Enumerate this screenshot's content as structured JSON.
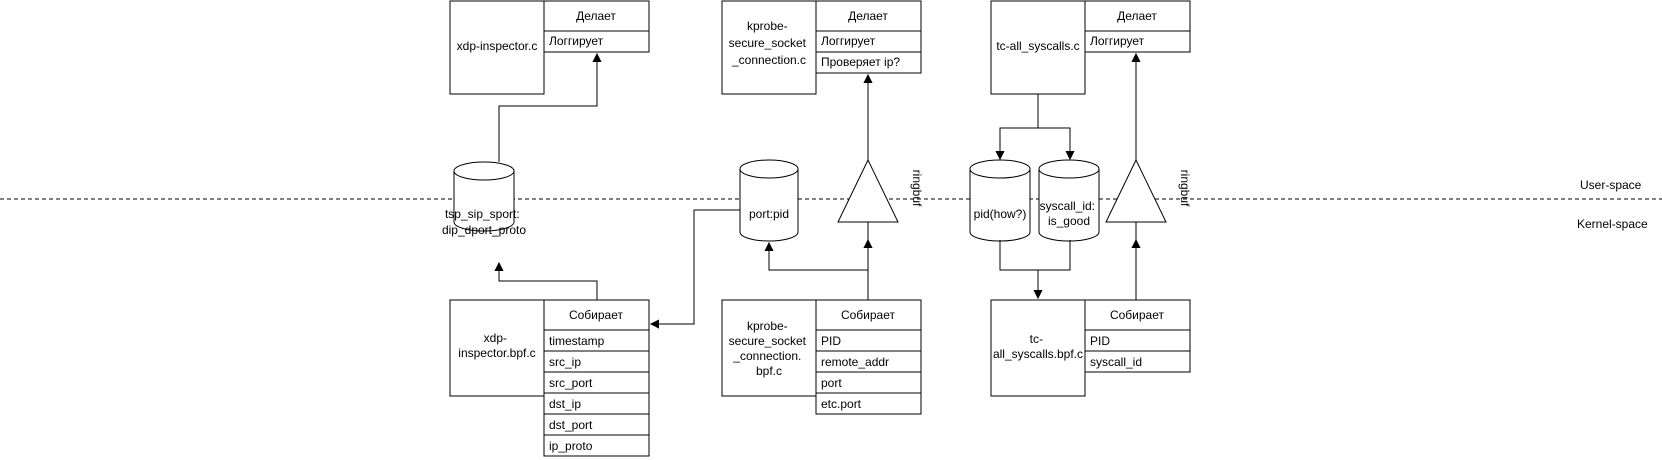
{
  "lane_labels": {
    "user": "User-space",
    "kernel": "Kernel-space"
  },
  "user_boxes": [
    {
      "title": [
        "xdp-inspector.c"
      ],
      "header": "Делает",
      "rows": [
        "Логгирует"
      ]
    },
    {
      "title": [
        "kprobe-",
        "secure_socket",
        "_connection.c"
      ],
      "header": "Делает",
      "rows": [
        "Логгирует",
        "Проверяет ip?"
      ]
    },
    {
      "title": [
        "tc-all_syscalls.c"
      ],
      "header": "Делает",
      "rows": [
        "Логгирует"
      ]
    }
  ],
  "kernel_boxes": [
    {
      "title": [
        "xdp-",
        "inspector.bpf.c"
      ],
      "header": "Собирает",
      "rows": [
        "timestamp",
        "src_ip",
        "src_port",
        "dst_ip",
        "dst_port",
        "ip_proto"
      ]
    },
    {
      "title": [
        "kprobe-",
        "secure_socket",
        "_connection.",
        "bpf.c"
      ],
      "header": "Собирает",
      "rows": [
        "PID",
        "remote_addr",
        "port",
        "etc.port"
      ]
    },
    {
      "title": [
        "tc-",
        "all_syscalls.bpf.c"
      ],
      "header": "Собирает",
      "rows": [
        "PID",
        "syscall_id"
      ]
    }
  ],
  "maps": [
    {
      "label": [
        "tsp_sip_sport:",
        "dip_dport_proto"
      ]
    },
    {
      "label": [
        "port:pid"
      ]
    },
    {
      "label": [
        "pid(how?)"
      ]
    },
    {
      "label": [
        "syscall_id:",
        "is_good"
      ]
    }
  ],
  "ringbufs": [
    {
      "label": "ringbuf"
    },
    {
      "label": "ringbuf"
    }
  ]
}
